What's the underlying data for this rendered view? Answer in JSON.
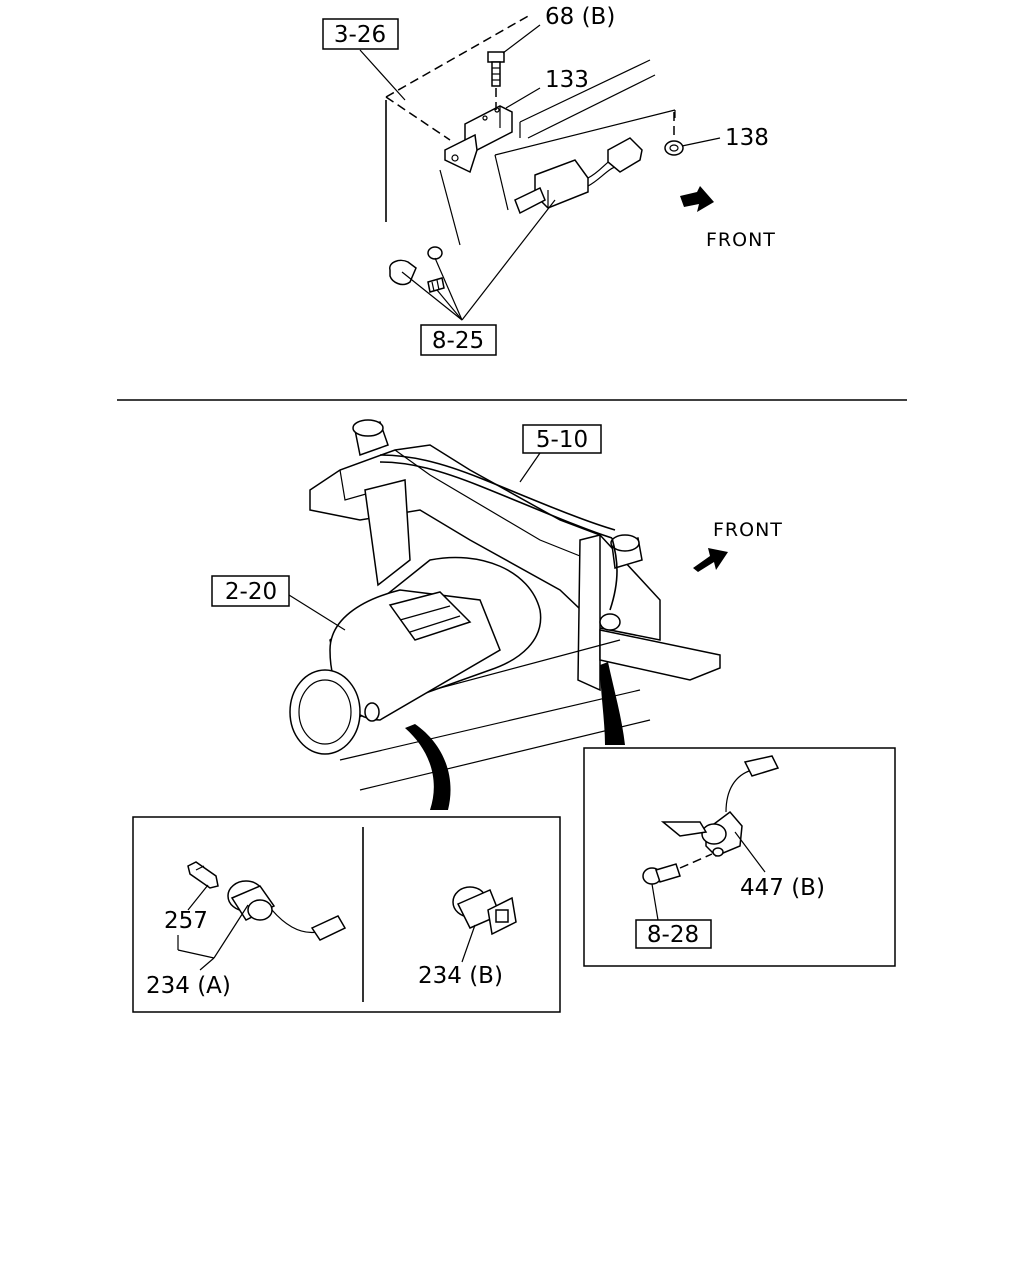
{
  "upper": {
    "ref_box_top": "3-26",
    "ref_box_bottom": "8-25",
    "bolt_label": "68 (B)",
    "bracket_label": "133",
    "nut_label": "138",
    "front_label": "FRONT"
  },
  "lower": {
    "ref_box_harness": "5-10",
    "ref_box_engine": "2-20",
    "front_label": "FRONT",
    "inset_left": {
      "pin_label": "257",
      "switch_a_label": "234 (A)",
      "switch_b_label": "234 (B)"
    },
    "inset_right": {
      "sensor_label": "447 (B)",
      "ref_box_bolt": "8-28"
    }
  }
}
